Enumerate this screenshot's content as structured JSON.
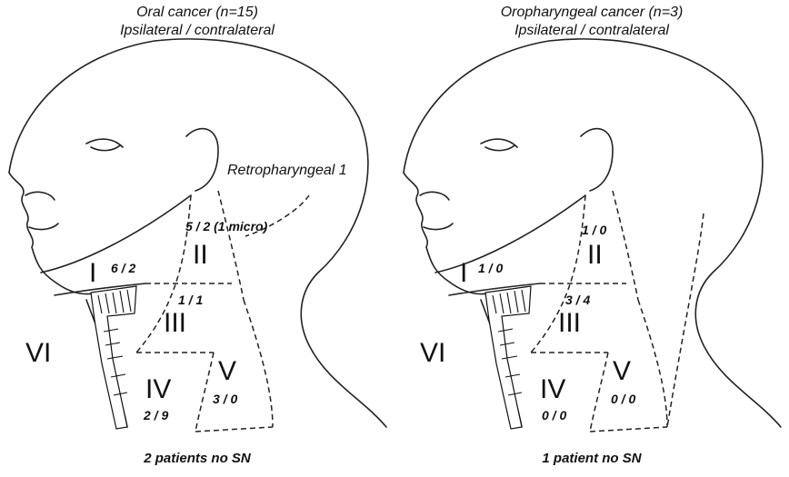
{
  "panels": [
    {
      "title_line1": "Oral cancer (n=15)",
      "title_line2": "Ipsilateral / contralateral",
      "footer": "2 patients no SN",
      "extra_label": "Retropharyngeal 1",
      "levels": {
        "I": "I",
        "II": "II",
        "III": "III",
        "IV": "IV",
        "V": "V",
        "VI": "VI"
      },
      "counts": {
        "I": "6 / 2",
        "II": "5 / 2 (1 micro)",
        "III": "1 / 1",
        "IV": "2 / 9",
        "V": "3 / 0"
      }
    },
    {
      "title_line1": "Oropharyngeal cancer (n=3)",
      "title_line2": "Ipsilateral / contralateral",
      "footer": "1 patient no SN",
      "levels": {
        "I": "I",
        "II": "II",
        "III": "III",
        "IV": "IV",
        "V": "V",
        "VI": "VI"
      },
      "counts": {
        "I": "1 / 0",
        "II": "1 / 0",
        "III": "3 / 4",
        "IV": "0 / 0",
        "V": "0 / 0"
      }
    }
  ]
}
